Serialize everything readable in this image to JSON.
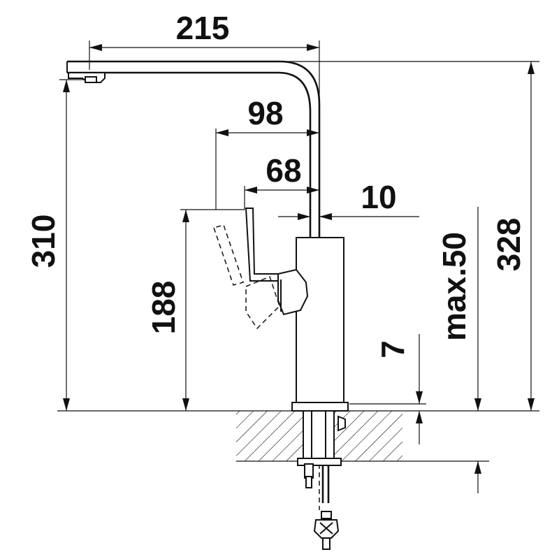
{
  "dimensions": {
    "spout_reach": "215",
    "handle_offset": "98",
    "handle_reach": "68",
    "spout_gap": "10",
    "total_height": "310",
    "handle_height": "188",
    "deck_thickness": "7",
    "max_worktop": "max.50",
    "overall_height": "328"
  },
  "colors": {
    "line": "#111111",
    "background": "#ffffff"
  }
}
